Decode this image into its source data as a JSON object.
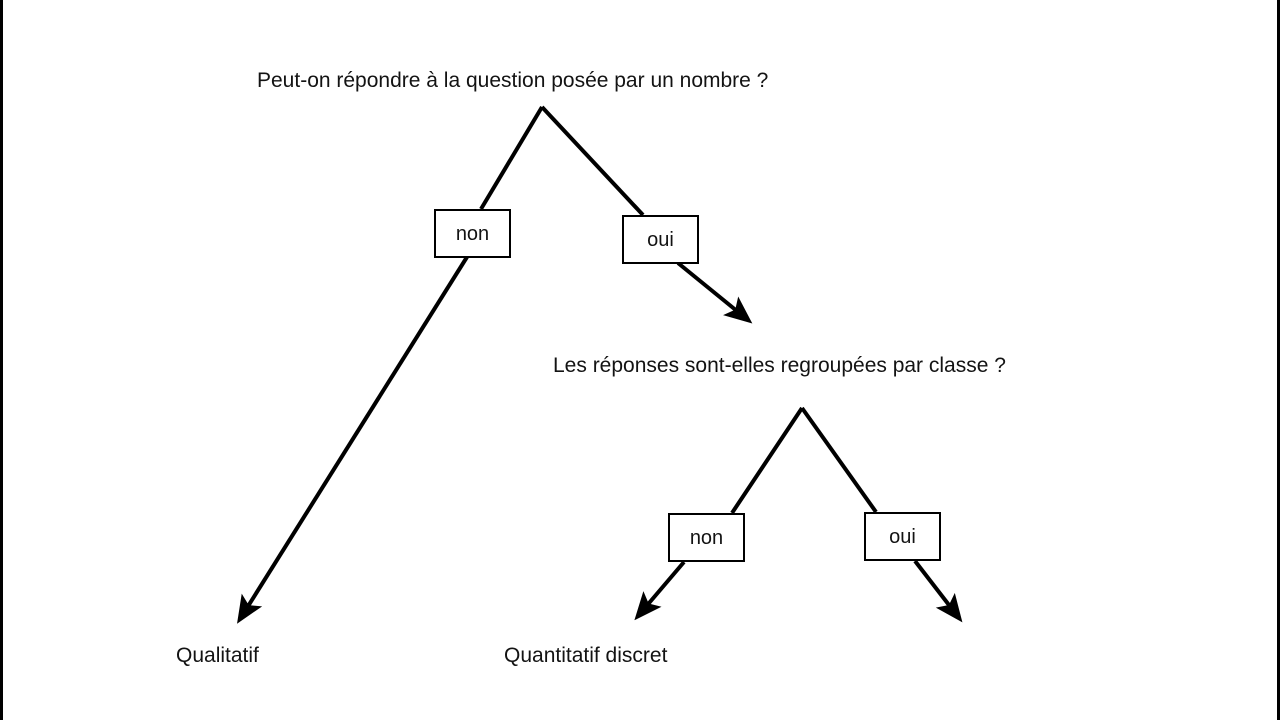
{
  "diagram": {
    "title_question": "Peut-on répondre à la question posée par un nombre ?",
    "second_question": "Les réponses sont-elles regroupées par classe ?",
    "branches": {
      "top_no": "non",
      "top_yes": "oui",
      "bottom_no": "non",
      "bottom_yes": "oui"
    },
    "outcomes": {
      "qualitative": "Qualitatif",
      "quantitative_discrete": "Quantitatif discret",
      "quantitative_continuous": ""
    },
    "colors": {
      "stroke": "#000000",
      "text": "#131313",
      "background": "#ffffff"
    }
  }
}
